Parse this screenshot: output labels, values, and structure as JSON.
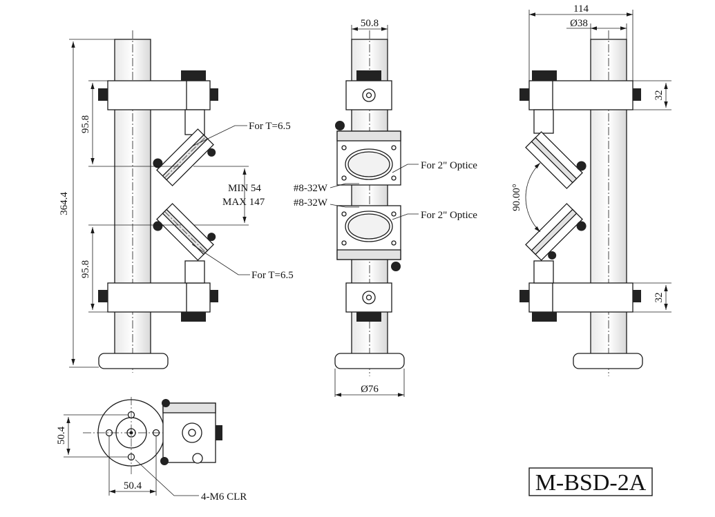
{
  "colors": {
    "line": "#1a1a1a",
    "knob": "#222222",
    "shade": "#9a9a9a",
    "light": "#e2e2e2",
    "paper": "#ffffff"
  },
  "icons": [
    "knurled-knob-icon",
    "thumb-screw-icon",
    "mounting-hole-icon"
  ],
  "model": "M-BSD-2A",
  "left_view": {
    "dim_total": "364.4",
    "dim_upper": "95.8",
    "dim_lower": "95.8",
    "dim_min": "MIN 54",
    "dim_max": "MAX 147",
    "note_upper": "For T=6.5",
    "note_lower": "For T=6.5"
  },
  "center_view": {
    "dim_top": "50.8",
    "dim_base": "Ø76",
    "note_upper": "For 2\" Optice",
    "note_lower": "For 2\" Optice",
    "thread_upper": "#8-32W",
    "thread_lower": "#8-32W"
  },
  "right_view": {
    "dim_width": "114",
    "dim_rod": "Ø38",
    "dim_clamp_top": "32",
    "dim_clamp_bottom": "32",
    "dim_angle": "90.00°"
  },
  "bottom_view": {
    "dim_vertical": "50.4",
    "dim_horizontal": "50.4",
    "note_holes": "4-M6 CLR"
  }
}
